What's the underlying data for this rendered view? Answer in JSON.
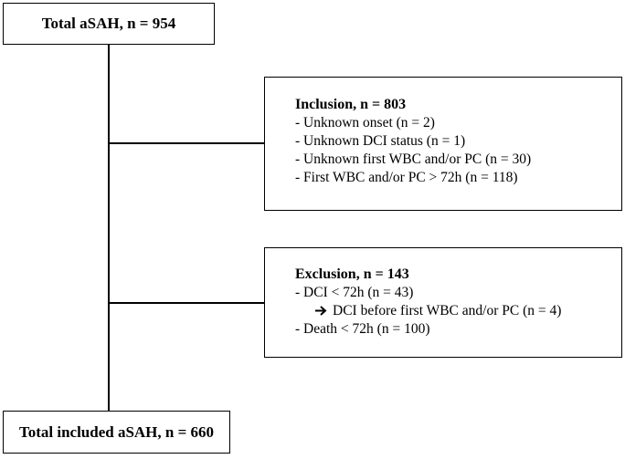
{
  "total": {
    "label": "Total aSAH, n = 954"
  },
  "inclusion": {
    "heading": "Inclusion, n = 803",
    "items": [
      "- Unknown onset (n = 2)",
      "- Unknown DCI status (n = 1)",
      "- Unknown first WBC and/or PC (n = 30)",
      "- First WBC and/or PC > 72h (n = 118)"
    ]
  },
  "exclusion": {
    "heading": "Exclusion, n = 143",
    "items": [
      "- DCI < 72h (n = 43)",
      "DCI before first WBC and/or PC (n = 4)",
      "- Death < 72h (n = 100)"
    ],
    "sub_arrow_icon": "right-arrow-icon"
  },
  "final": {
    "label": "Total included aSAH, n = 660"
  }
}
